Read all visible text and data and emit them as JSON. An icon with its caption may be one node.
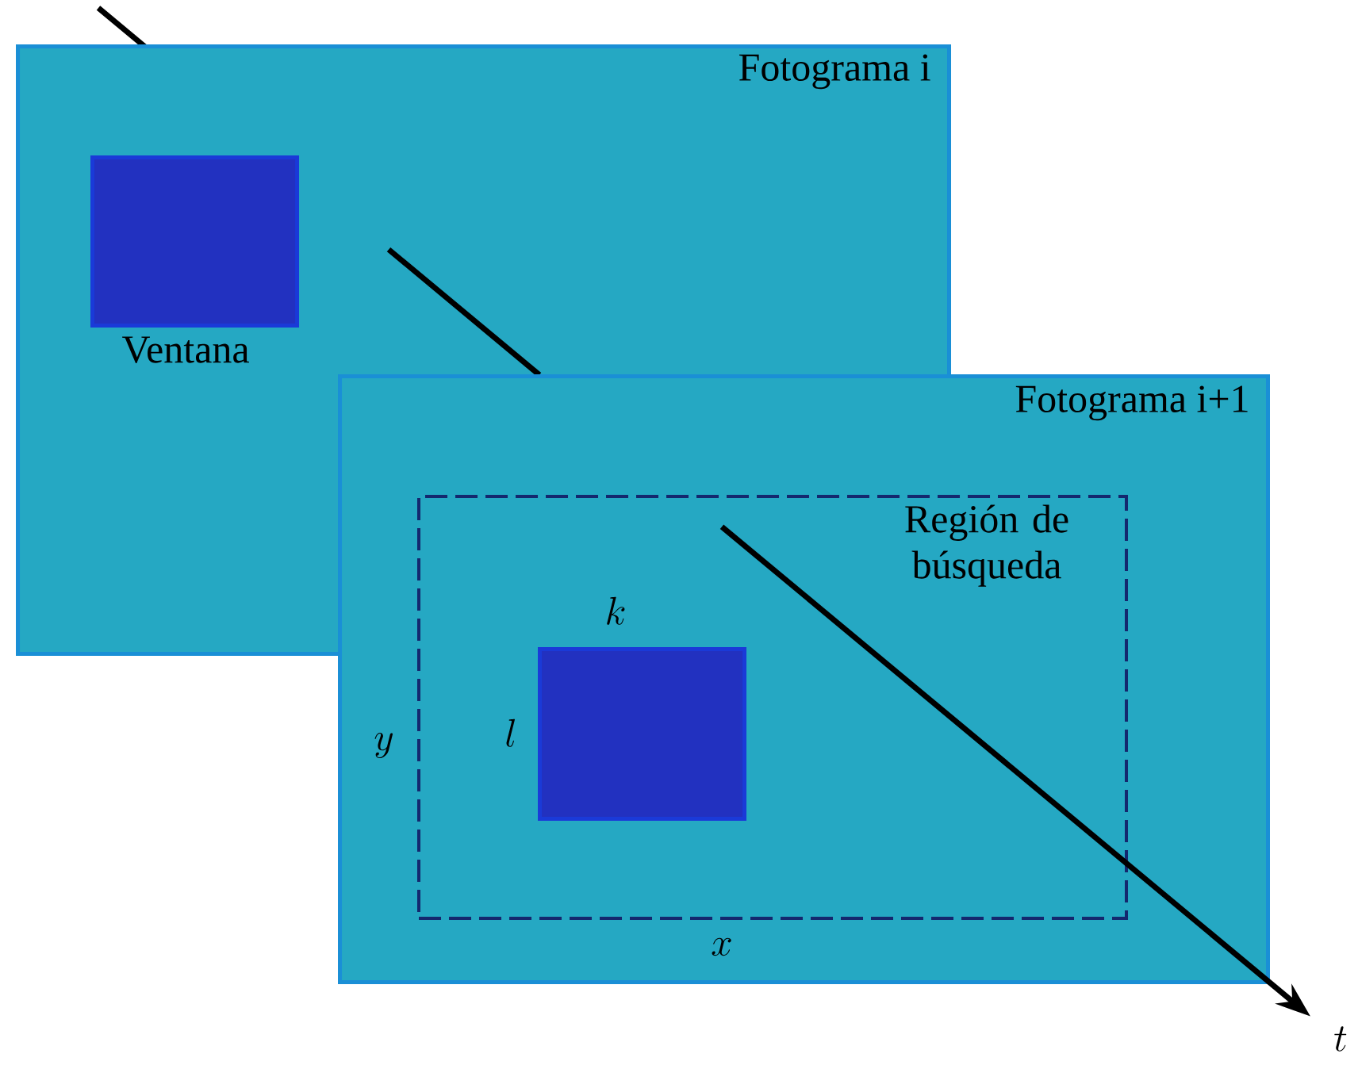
{
  "diagram": {
    "nodes": [
      {
        "text": [
          "Fotograma i"
        ]
      },
      {
        "text": [
          "Ventana"
        ],
        "in": 0
      },
      {
        "text": [
          "Fotograma i+1"
        ]
      },
      {
        "text": [
          "Región de búsqueda"
        ],
        "in": 2,
        "beside": [
          "x",
          "y"
        ]
      },
      {
        "text": [],
        "shape": "box",
        "in": 3,
        "beside": [
          "k",
          "l"
        ]
      }
    ],
    "labels": [
      "t"
    ]
  }
}
